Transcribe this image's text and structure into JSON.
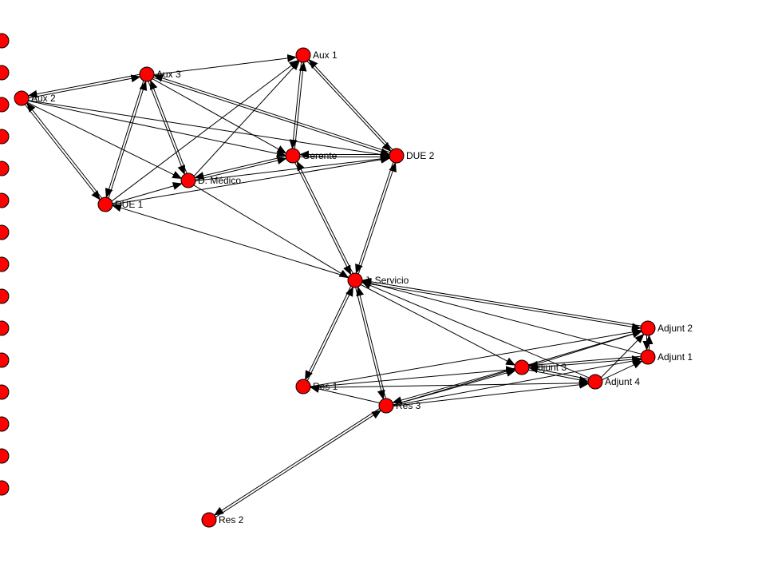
{
  "colors": {
    "node_fill": "#ff0000",
    "node_stroke": "#000000",
    "edge": "#000000",
    "background": "#ffffff"
  },
  "nodes": [
    {
      "id": "aux1",
      "label": "Aux 1"
    },
    {
      "id": "aux3",
      "label": "Aux 3"
    },
    {
      "id": "aux2",
      "label": "Aux 2"
    },
    {
      "id": "gerente",
      "label": "Gerente"
    },
    {
      "id": "due2",
      "label": "DUE 2"
    },
    {
      "id": "dmedico",
      "label": "D. Médico"
    },
    {
      "id": "due1",
      "label": "DUE 1"
    },
    {
      "id": "jservicio",
      "label": "J. Servicio"
    },
    {
      "id": "adjunt2",
      "label": "Adjunt 2"
    },
    {
      "id": "adjunt1",
      "label": "Adjunt 1"
    },
    {
      "id": "adjunt3",
      "label": "Adjunt 3"
    },
    {
      "id": "adjunt4",
      "label": "Adjunt 4"
    },
    {
      "id": "res1",
      "label": "Res 1"
    },
    {
      "id": "res3",
      "label": "Res 3"
    },
    {
      "id": "res2",
      "label": "Res 2"
    }
  ],
  "isolates_count": 15,
  "edges": [
    [
      "aux2",
      "aux3"
    ],
    [
      "aux3",
      "aux2"
    ],
    [
      "aux3",
      "aux1"
    ],
    [
      "aux2",
      "gerente"
    ],
    [
      "aux2",
      "due2"
    ],
    [
      "aux2",
      "dmedico"
    ],
    [
      "aux2",
      "due1"
    ],
    [
      "due1",
      "aux2"
    ],
    [
      "aux3",
      "due1"
    ],
    [
      "due1",
      "aux3"
    ],
    [
      "aux3",
      "dmedico"
    ],
    [
      "dmedico",
      "aux3"
    ],
    [
      "aux3",
      "gerente"
    ],
    [
      "aux3",
      "due2"
    ],
    [
      "due2",
      "aux3"
    ],
    [
      "aux1",
      "gerente"
    ],
    [
      "gerente",
      "aux1"
    ],
    [
      "aux1",
      "due2"
    ],
    [
      "due2",
      "aux1"
    ],
    [
      "due1",
      "aux1"
    ],
    [
      "dmedico",
      "aux1"
    ],
    [
      "dmedico",
      "gerente"
    ],
    [
      "gerente",
      "dmedico"
    ],
    [
      "dmedico",
      "due2"
    ],
    [
      "due1",
      "due2"
    ],
    [
      "due1",
      "dmedico"
    ],
    [
      "gerente",
      "due2"
    ],
    [
      "due2",
      "gerente"
    ],
    [
      "gerente",
      "jservicio"
    ],
    [
      "jservicio",
      "gerente"
    ],
    [
      "due2",
      "jservicio"
    ],
    [
      "jservicio",
      "due2"
    ],
    [
      "dmedico",
      "jservicio"
    ],
    [
      "jservicio",
      "due1"
    ],
    [
      "jservicio",
      "res1"
    ],
    [
      "res1",
      "jservicio"
    ],
    [
      "jservicio",
      "res3"
    ],
    [
      "res3",
      "jservicio"
    ],
    [
      "jservicio",
      "adjunt2"
    ],
    [
      "adjunt2",
      "jservicio"
    ],
    [
      "adjunt1",
      "jservicio"
    ],
    [
      "jservicio",
      "adjunt3"
    ],
    [
      "adjunt4",
      "jservicio"
    ],
    [
      "res1",
      "adjunt3"
    ],
    [
      "res1",
      "adjunt4"
    ],
    [
      "res1",
      "adjunt2"
    ],
    [
      "res3",
      "res1"
    ],
    [
      "res3",
      "adjunt3"
    ],
    [
      "adjunt3",
      "res3"
    ],
    [
      "res3",
      "adjunt4"
    ],
    [
      "res3",
      "adjunt1"
    ],
    [
      "res3",
      "adjunt2"
    ],
    [
      "adjunt3",
      "adjunt2"
    ],
    [
      "adjunt3",
      "adjunt1"
    ],
    [
      "adjunt3",
      "adjunt4"
    ],
    [
      "adjunt4",
      "adjunt3"
    ],
    [
      "adjunt4",
      "adjunt1"
    ],
    [
      "adjunt4",
      "adjunt2"
    ],
    [
      "adjunt1",
      "adjunt2"
    ],
    [
      "adjunt2",
      "adjunt1"
    ],
    [
      "adjunt1",
      "adjunt3"
    ],
    [
      "res2",
      "res3"
    ],
    [
      "res3",
      "res2"
    ]
  ]
}
